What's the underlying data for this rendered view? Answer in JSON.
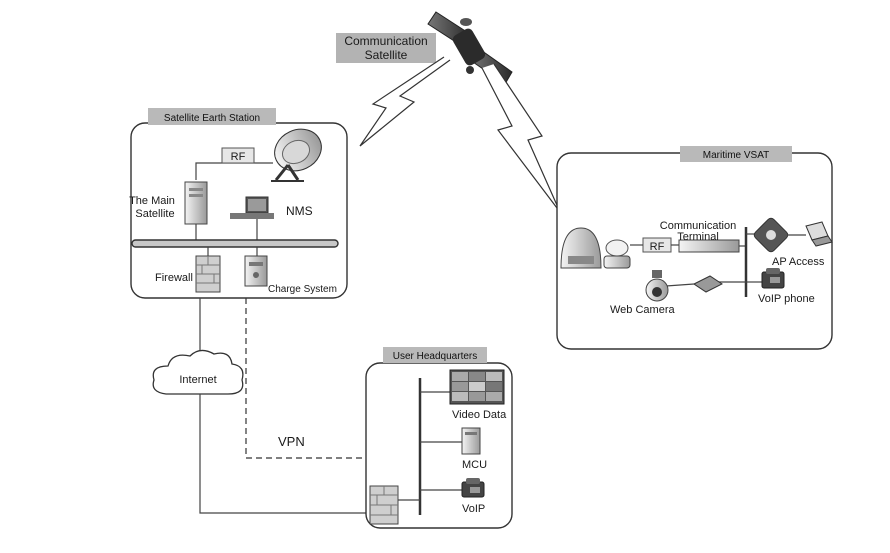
{
  "satellite": {
    "label_line1": "Communication",
    "label_line2": "Satellite"
  },
  "earth_station": {
    "title": "Satellite Earth Station",
    "rf": "RF",
    "main_satellite_line1": "The Main",
    "main_satellite_line2": "Satellite",
    "nms": "NMS",
    "firewall": "Firewall",
    "charge_system": "Charge System"
  },
  "maritime_vsat": {
    "title": "Maritime VSAT",
    "rf": "RF",
    "terminal_line1": "Communication",
    "terminal_line2": "Terminal",
    "ap_access": "AP Access",
    "voip_phone": "VoIP phone",
    "web_camera": "Web Camera"
  },
  "internet": "Internet",
  "vpn": "VPN",
  "headquarters": {
    "title": "User Headquarters",
    "video_data": "Video Data",
    "mcu": "MCU",
    "voip": "VoIP"
  },
  "colors": {
    "tag_fill": "#b9b9b9",
    "stroke": "#333333"
  }
}
